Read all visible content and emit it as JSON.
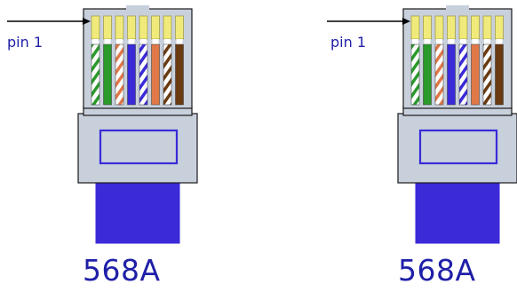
{
  "connectors": [
    {
      "pin_label": "pin 1",
      "standard_label": "568A"
    },
    {
      "pin_label": "pin 1",
      "standard_label": "568A"
    }
  ],
  "wire_order_568A": [
    {
      "color": "white-green",
      "base": "#ffffff",
      "stripe": "#2a9a2a"
    },
    {
      "color": "green",
      "base": "#2a9a2a",
      "stripe": null
    },
    {
      "color": "white-orange",
      "base": "#ffffff",
      "stripe": "#e07848"
    },
    {
      "color": "blue",
      "base": "#3a2ad8",
      "stripe": null
    },
    {
      "color": "white-blue",
      "base": "#ffffff",
      "stripe": "#3a2ad8"
    },
    {
      "color": "orange",
      "base": "#e07848",
      "stripe": null
    },
    {
      "color": "white-brown",
      "base": "#ffffff",
      "stripe": "#6a3a10"
    },
    {
      "color": "brown",
      "base": "#6a3a10",
      "stripe": null
    }
  ],
  "colors": {
    "plug_body": "#c8d0dc",
    "plug_outline": "#1a1a1a",
    "cable": "#3a2ad8",
    "contact_gold": "#f0ea7a",
    "label_text": "#1f1fa8"
  }
}
